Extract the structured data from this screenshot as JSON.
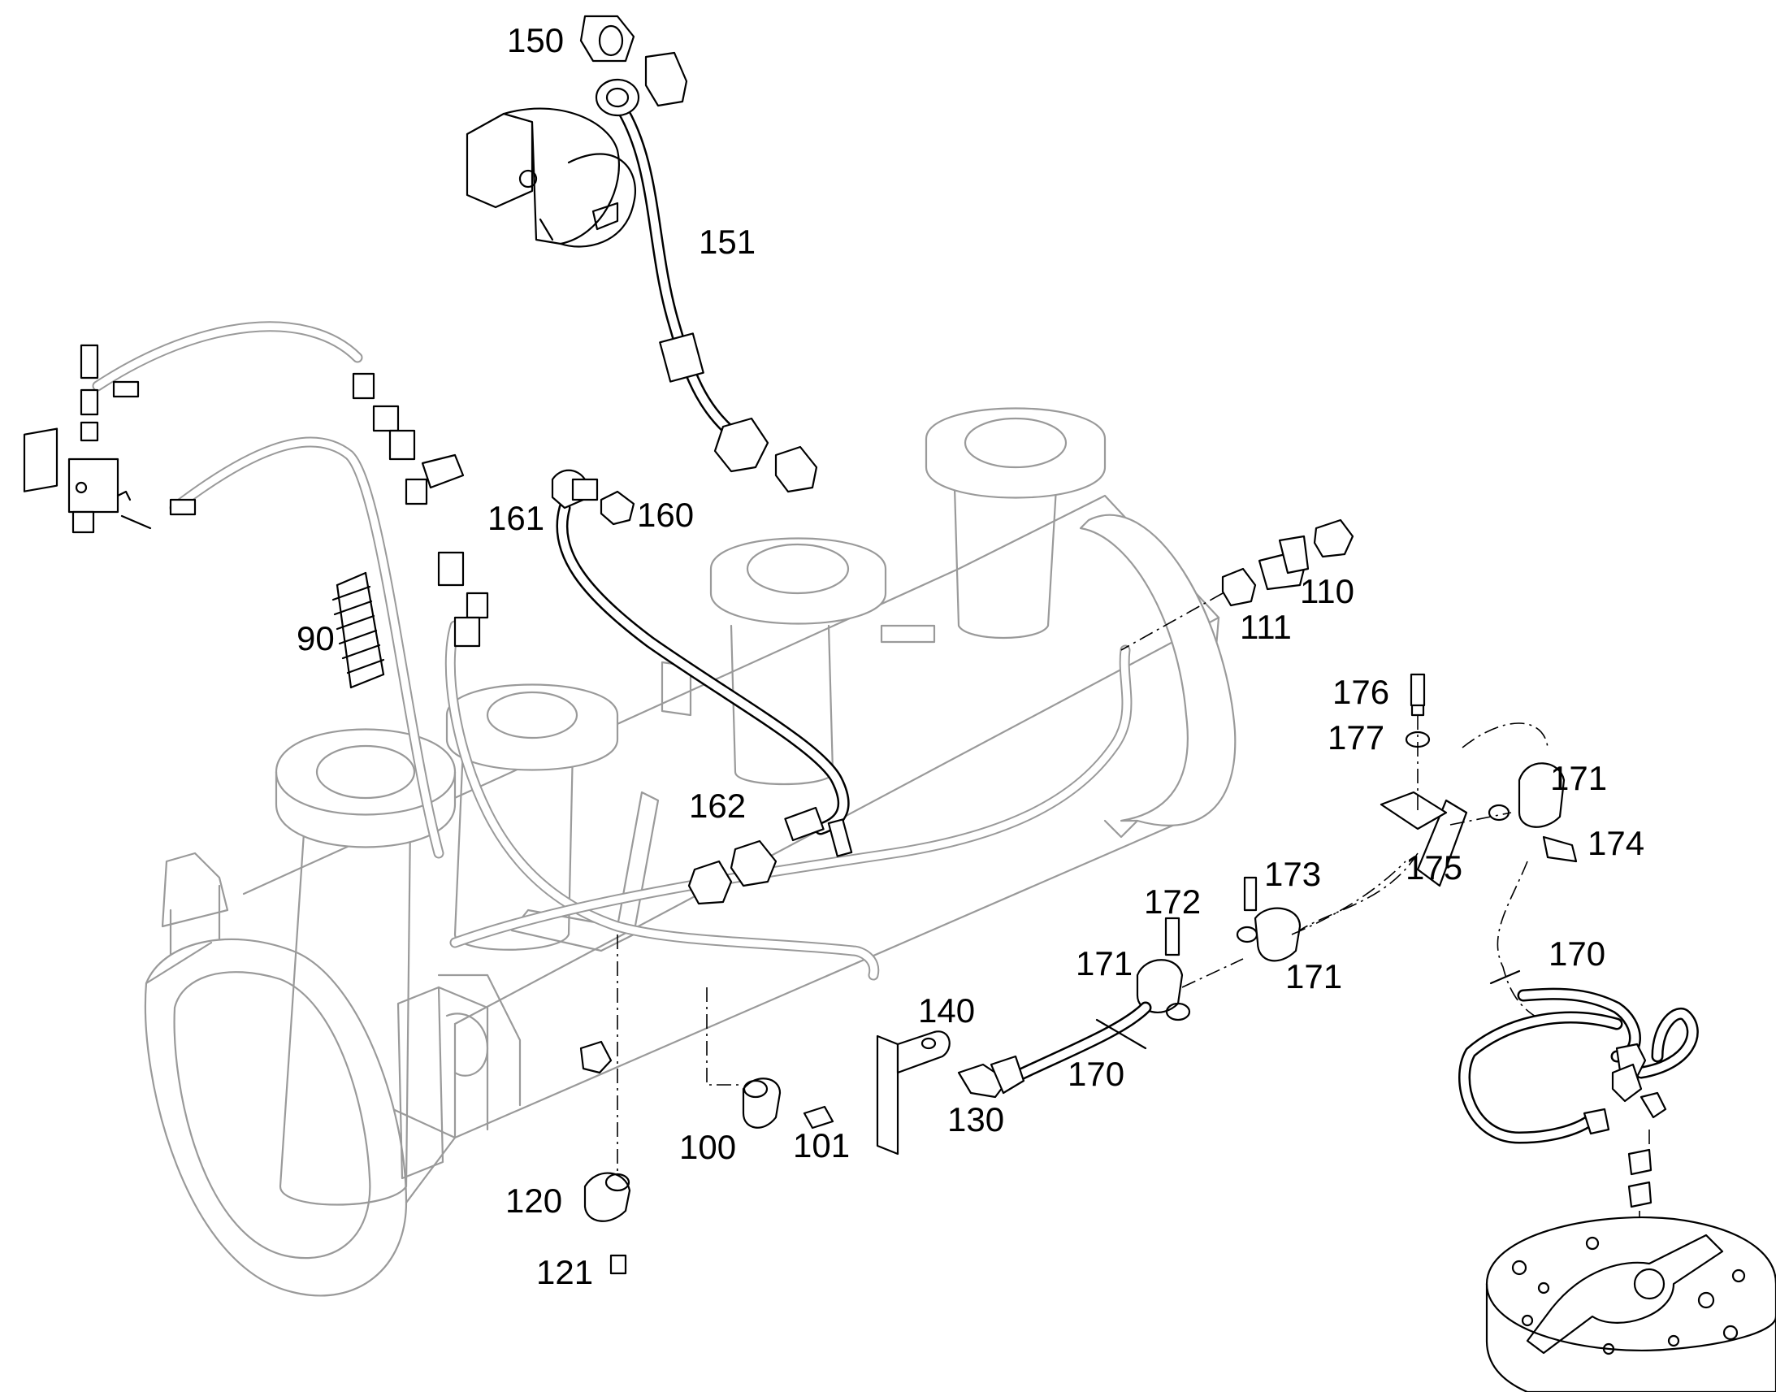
{
  "labels": {
    "l150": "150",
    "l151": "151",
    "l161": "161",
    "l160": "160",
    "l90": "90",
    "l110": "110",
    "l111": "111",
    "l176": "176",
    "l177": "177",
    "l171a": "171",
    "l174": "174",
    "l175": "175",
    "l173": "173",
    "l172": "172",
    "l171b": "171",
    "l171c": "171",
    "l170a": "170",
    "l162": "162",
    "l140": "140",
    "l170b": "170",
    "l130": "130",
    "l100": "100",
    "l101": "101",
    "l120": "120",
    "l121": "121"
  }
}
